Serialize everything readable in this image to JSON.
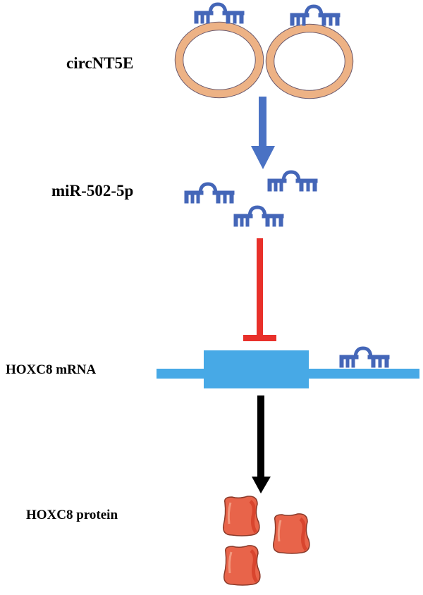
{
  "labels": {
    "circrna": "circNT5E",
    "mirna": "miR-502-5p",
    "mrna": "HOXC8 mRNA",
    "protein": "HOXC8 protein"
  },
  "colors": {
    "circ_ring": "#EDB285",
    "circ_outline": "#6b5a6e",
    "mirna": "#4466B8",
    "activation_arrow": "#4A72C4",
    "inhibition": "#E8302A",
    "mrna": "#47A9E6",
    "translation_arrow": "#000000",
    "protein": "#E8644A",
    "protein_dark": "#D9452E",
    "protein_outline": "#8a3a2a"
  },
  "relations": [
    {
      "from": "circNT5E",
      "to": "miR-502-5p",
      "type": "sponges / releases"
    },
    {
      "from": "miR-502-5p",
      "to": "HOXC8 mRNA",
      "type": "inhibits"
    },
    {
      "from": "HOXC8 mRNA",
      "to": "HOXC8 protein",
      "type": "translates"
    }
  ]
}
